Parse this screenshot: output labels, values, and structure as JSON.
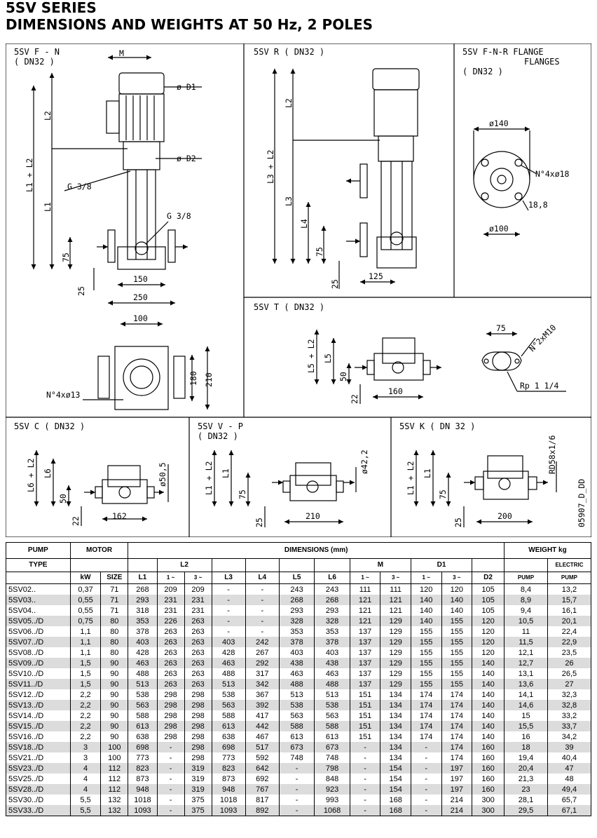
{
  "header": {
    "line1": "5SV SERIES",
    "line2": "DIMENSIONS AND WEIGHTS AT 50 Hz, 2 POLES"
  },
  "diagrams": {
    "fn": {
      "label": "5SV F - N",
      "sub": "( DN32 )",
      "m": "M",
      "d1": "ø D1",
      "d2": "ø D2",
      "l2": "L2",
      "l1l2": "L1 + L2",
      "l1": "L1",
      "g38a": "G 3/8",
      "g38b": "G 3/8",
      "d75": "75",
      "d25": "25",
      "d150": "150",
      "d250": "250",
      "d100": "100",
      "d180": "180",
      "d210": "210",
      "holes": "N°4xø13"
    },
    "r": {
      "label": "5SV R ( DN32 )",
      "l2": "L2",
      "l3l2": "L3 + L2",
      "l3": "L3",
      "l4": "L4",
      "d75": "75",
      "d25": "25",
      "d125": "125"
    },
    "fnr": {
      "label": "5SV F-N-R FLANGE",
      "sub1": "FLANGES",
      "sub2": "( DN32 )",
      "d140": "ø140",
      "holes": "N°4xø18",
      "d188": "18,8",
      "d100": "ø100"
    },
    "t": {
      "label": "5SV T ( DN32 )",
      "l5l2": "L5 + L2",
      "l5": "L5",
      "d50": "50",
      "d22": "22",
      "d160": "160",
      "d75": "75",
      "m10": "N°2xM10",
      "rp": "Rp 1 1/4"
    },
    "c": {
      "label": "5SV C ( DN32 )",
      "l6l2": "L6 + L2",
      "l6": "L6",
      "d50": "50",
      "d22": "22",
      "d162": "162",
      "d505": "ø50,5"
    },
    "vp": {
      "label": "5SV V - P",
      "sub": "( DN32 )",
      "l1l2": "L1 + L2",
      "l1": "L1",
      "d75": "75",
      "d25": "25",
      "d210": "210",
      "d422": "ø42,2"
    },
    "k": {
      "label": "5SV K ( DN 32 )",
      "l1l2": "L1 + L2",
      "l1": "L1",
      "d75": "75",
      "d25": "25",
      "d200": "200",
      "rd": "RD58x1/6",
      "code": "05907_D_DD"
    }
  },
  "table": {
    "h_pump": "PUMP",
    "h_type": "TYPE",
    "h_motor": "MOTOR",
    "h_dims": "DIMENSIONS (mm)",
    "h_weight": "WEIGHT kg",
    "h_l2": "L2",
    "h_m": "M",
    "h_d1": "D1",
    "h_electric": "ELECTRIC",
    "h_kw": "kW",
    "h_size": "SIZE",
    "h_l1": "L1",
    "h_1ph": "1 ~",
    "h_3ph": "3 ~",
    "h_l3": "L3",
    "h_l4": "L4",
    "h_l5": "L5",
    "h_l6": "L6",
    "h_d2": "D2",
    "h_pumpw": "PUMP",
    "h_pumpe": "PUMP",
    "rows": [
      [
        "5SV02..",
        "0,37",
        "71",
        "268",
        "209",
        "209",
        "-",
        "-",
        "243",
        "243",
        "111",
        "111",
        "120",
        "120",
        "105",
        "8,4",
        "13,2"
      ],
      [
        "5SV03..",
        "0,55",
        "71",
        "293",
        "231",
        "231",
        "-",
        "-",
        "268",
        "268",
        "121",
        "121",
        "140",
        "140",
        "105",
        "8,9",
        "15,7"
      ],
      [
        "5SV04..",
        "0,55",
        "71",
        "318",
        "231",
        "231",
        "-",
        "-",
        "293",
        "293",
        "121",
        "121",
        "140",
        "140",
        "105",
        "9,4",
        "16,1"
      ],
      [
        "5SV05../D",
        "0,75",
        "80",
        "353",
        "226",
        "263",
        "-",
        "-",
        "328",
        "328",
        "121",
        "129",
        "140",
        "155",
        "120",
        "10,5",
        "20,1"
      ],
      [
        "5SV06../D",
        "1,1",
        "80",
        "378",
        "263",
        "263",
        "-",
        "-",
        "353",
        "353",
        "137",
        "129",
        "155",
        "155",
        "120",
        "11",
        "22,4"
      ],
      [
        "5SV07../D",
        "1,1",
        "80",
        "403",
        "263",
        "263",
        "403",
        "242",
        "378",
        "378",
        "137",
        "129",
        "155",
        "155",
        "120",
        "11,5",
        "22,9"
      ],
      [
        "5SV08../D",
        "1,1",
        "80",
        "428",
        "263",
        "263",
        "428",
        "267",
        "403",
        "403",
        "137",
        "129",
        "155",
        "155",
        "120",
        "12,1",
        "23,5"
      ],
      [
        "5SV09../D",
        "1,5",
        "90",
        "463",
        "263",
        "263",
        "463",
        "292",
        "438",
        "438",
        "137",
        "129",
        "155",
        "155",
        "140",
        "12,7",
        "26"
      ],
      [
        "5SV10../D",
        "1,5",
        "90",
        "488",
        "263",
        "263",
        "488",
        "317",
        "463",
        "463",
        "137",
        "129",
        "155",
        "155",
        "140",
        "13,1",
        "26,5"
      ],
      [
        "5SV11../D",
        "1,5",
        "90",
        "513",
        "263",
        "263",
        "513",
        "342",
        "488",
        "488",
        "137",
        "129",
        "155",
        "155",
        "140",
        "13,6",
        "27"
      ],
      [
        "5SV12../D",
        "2,2",
        "90",
        "538",
        "298",
        "298",
        "538",
        "367",
        "513",
        "513",
        "151",
        "134",
        "174",
        "174",
        "140",
        "14,1",
        "32,3"
      ],
      [
        "5SV13../D",
        "2,2",
        "90",
        "563",
        "298",
        "298",
        "563",
        "392",
        "538",
        "538",
        "151",
        "134",
        "174",
        "174",
        "140",
        "14,6",
        "32,8"
      ],
      [
        "5SV14../D",
        "2,2",
        "90",
        "588",
        "298",
        "298",
        "588",
        "417",
        "563",
        "563",
        "151",
        "134",
        "174",
        "174",
        "140",
        "15",
        "33,2"
      ],
      [
        "5SV15../D",
        "2,2",
        "90",
        "613",
        "298",
        "298",
        "613",
        "442",
        "588",
        "588",
        "151",
        "134",
        "174",
        "174",
        "140",
        "15,5",
        "33,7"
      ],
      [
        "5SV16../D",
        "2,2",
        "90",
        "638",
        "298",
        "298",
        "638",
        "467",
        "613",
        "613",
        "151",
        "134",
        "174",
        "174",
        "140",
        "16",
        "34,2"
      ],
      [
        "5SV18../D",
        "3",
        "100",
        "698",
        "-",
        "298",
        "698",
        "517",
        "673",
        "673",
        "-",
        "134",
        "-",
        "174",
        "160",
        "18",
        "39"
      ],
      [
        "5SV21../D",
        "3",
        "100",
        "773",
        "-",
        "298",
        "773",
        "592",
        "748",
        "748",
        "-",
        "134",
        "-",
        "174",
        "160",
        "19,4",
        "40,4"
      ],
      [
        "5SV23../D",
        "4",
        "112",
        "823",
        "-",
        "319",
        "823",
        "642",
        "-",
        "798",
        "-",
        "154",
        "-",
        "197",
        "160",
        "20,4",
        "47"
      ],
      [
        "5SV25../D",
        "4",
        "112",
        "873",
        "-",
        "319",
        "873",
        "692",
        "-",
        "848",
        "-",
        "154",
        "-",
        "197",
        "160",
        "21,3",
        "48"
      ],
      [
        "5SV28../D",
        "4",
        "112",
        "948",
        "-",
        "319",
        "948",
        "767",
        "-",
        "923",
        "-",
        "154",
        "-",
        "197",
        "160",
        "23",
        "49,4"
      ],
      [
        "5SV30../D",
        "5,5",
        "132",
        "1018",
        "-",
        "375",
        "1018",
        "817",
        "-",
        "993",
        "-",
        "168",
        "-",
        "214",
        "300",
        "28,1",
        "65,7"
      ],
      [
        "5SV33../D",
        "5,5",
        "132",
        "1093",
        "-",
        "375",
        "1093",
        "892",
        "-",
        "1068",
        "-",
        "168",
        "-",
        "214",
        "300",
        "29,5",
        "67,1"
      ]
    ]
  }
}
